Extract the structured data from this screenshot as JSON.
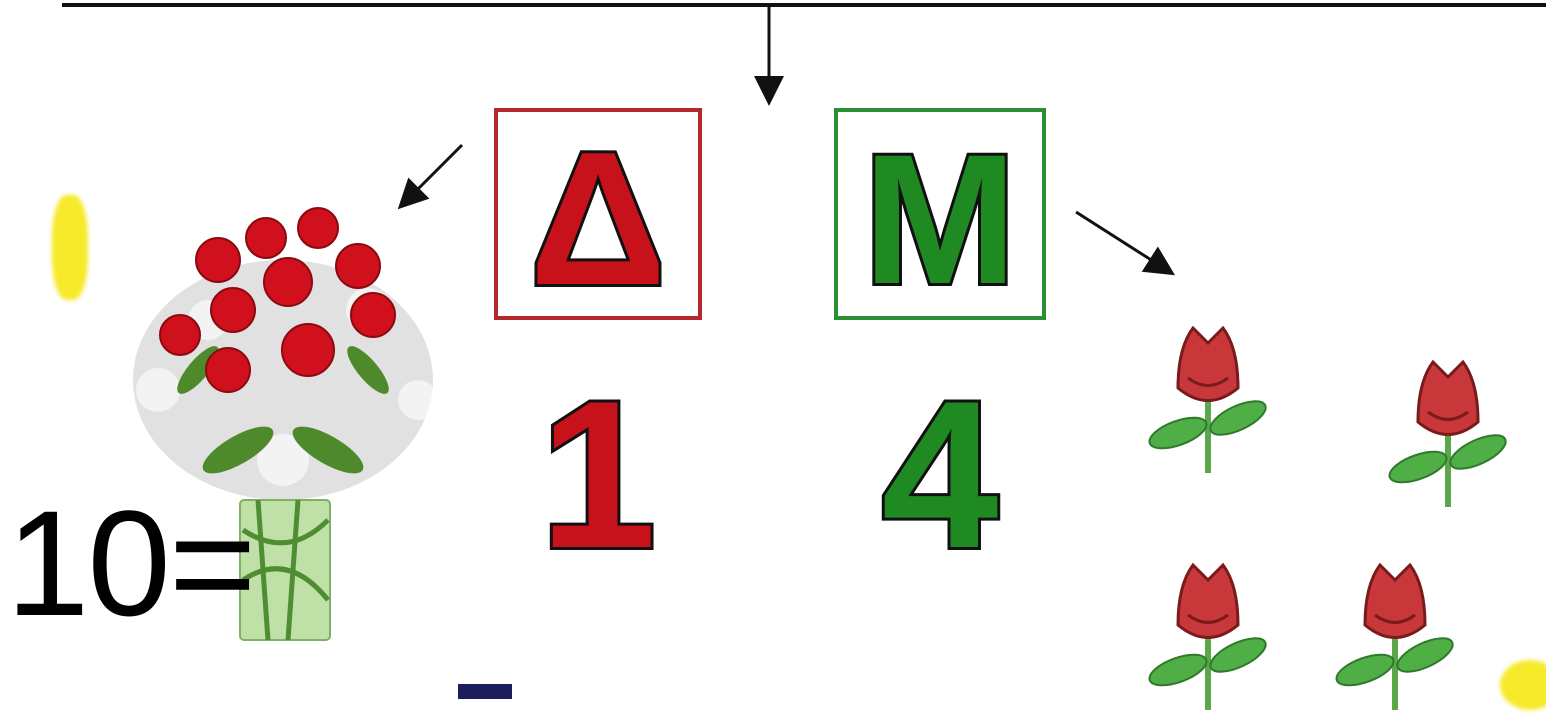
{
  "colors": {
    "ones": "#c8121b",
    "tens": "#1f8a22",
    "ones_border": "#b5272b",
    "tens_border": "#2d8f33",
    "highlight": "#f6ea2a"
  },
  "place_values": [
    {
      "letter": "Δ",
      "digit": "1"
    },
    {
      "letter": "M",
      "digit": "4"
    }
  ],
  "equation": {
    "text": "10="
  },
  "icons": {
    "bouquet": "rose-bouquet-in-vase-icon",
    "single_rose": "single-rose-icon"
  },
  "single_rose_count": 4
}
